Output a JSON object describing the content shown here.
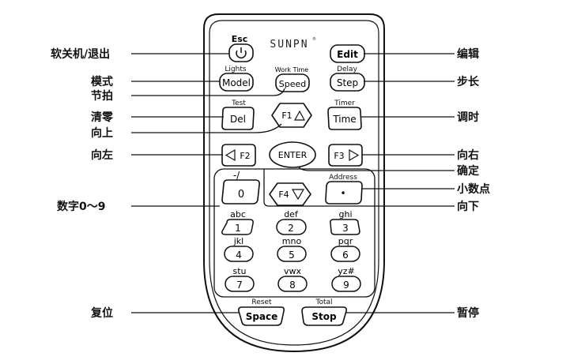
{
  "brand": "SUNPN",
  "callouts_left": {
    "power": "软关机/退出",
    "mode": "模式",
    "rhythm": "节拍",
    "clear": "清零",
    "up": "向上",
    "left": "向左",
    "digits": "数字0～9",
    "reset": "复位"
  },
  "callouts_right": {
    "edit": "编辑",
    "step": "步长",
    "time": "调时",
    "right": "向右",
    "confirm": "确定",
    "decimal": "小数点",
    "down": "向下",
    "pause": "暂停"
  },
  "buttons": {
    "esc_label": "Esc",
    "power_glyph": "⏻",
    "edit": "Edit",
    "lights_label": "Lights",
    "model": "Model",
    "worktime_label": "Work Time",
    "speed": "Speed",
    "delay_label": "Delay",
    "step": "Step",
    "test_label": "Test",
    "del": "Del",
    "f1": "F1",
    "timer_label": "Timer",
    "time": "Time",
    "f2": "F2",
    "enter": "ENTER",
    "f3": "F3",
    "f4": "F4",
    "address_label": "Address",
    "dot": "•",
    "dash_label": "-/_",
    "zero": "0",
    "reset_label": "Reset",
    "space": "Space",
    "total_label": "Total",
    "stop": "Stop"
  },
  "keypad": [
    {
      "label": "abc",
      "digit": "1"
    },
    {
      "label": "def",
      "digit": "2"
    },
    {
      "label": "ghi",
      "digit": "3"
    },
    {
      "label": "jkl",
      "digit": "4"
    },
    {
      "label": "mno",
      "digit": "5"
    },
    {
      "label": "pqr",
      "digit": "6"
    },
    {
      "label": "stu",
      "digit": "7"
    },
    {
      "label": "vwx",
      "digit": "8"
    },
    {
      "label": "yz#",
      "digit": "9"
    }
  ]
}
